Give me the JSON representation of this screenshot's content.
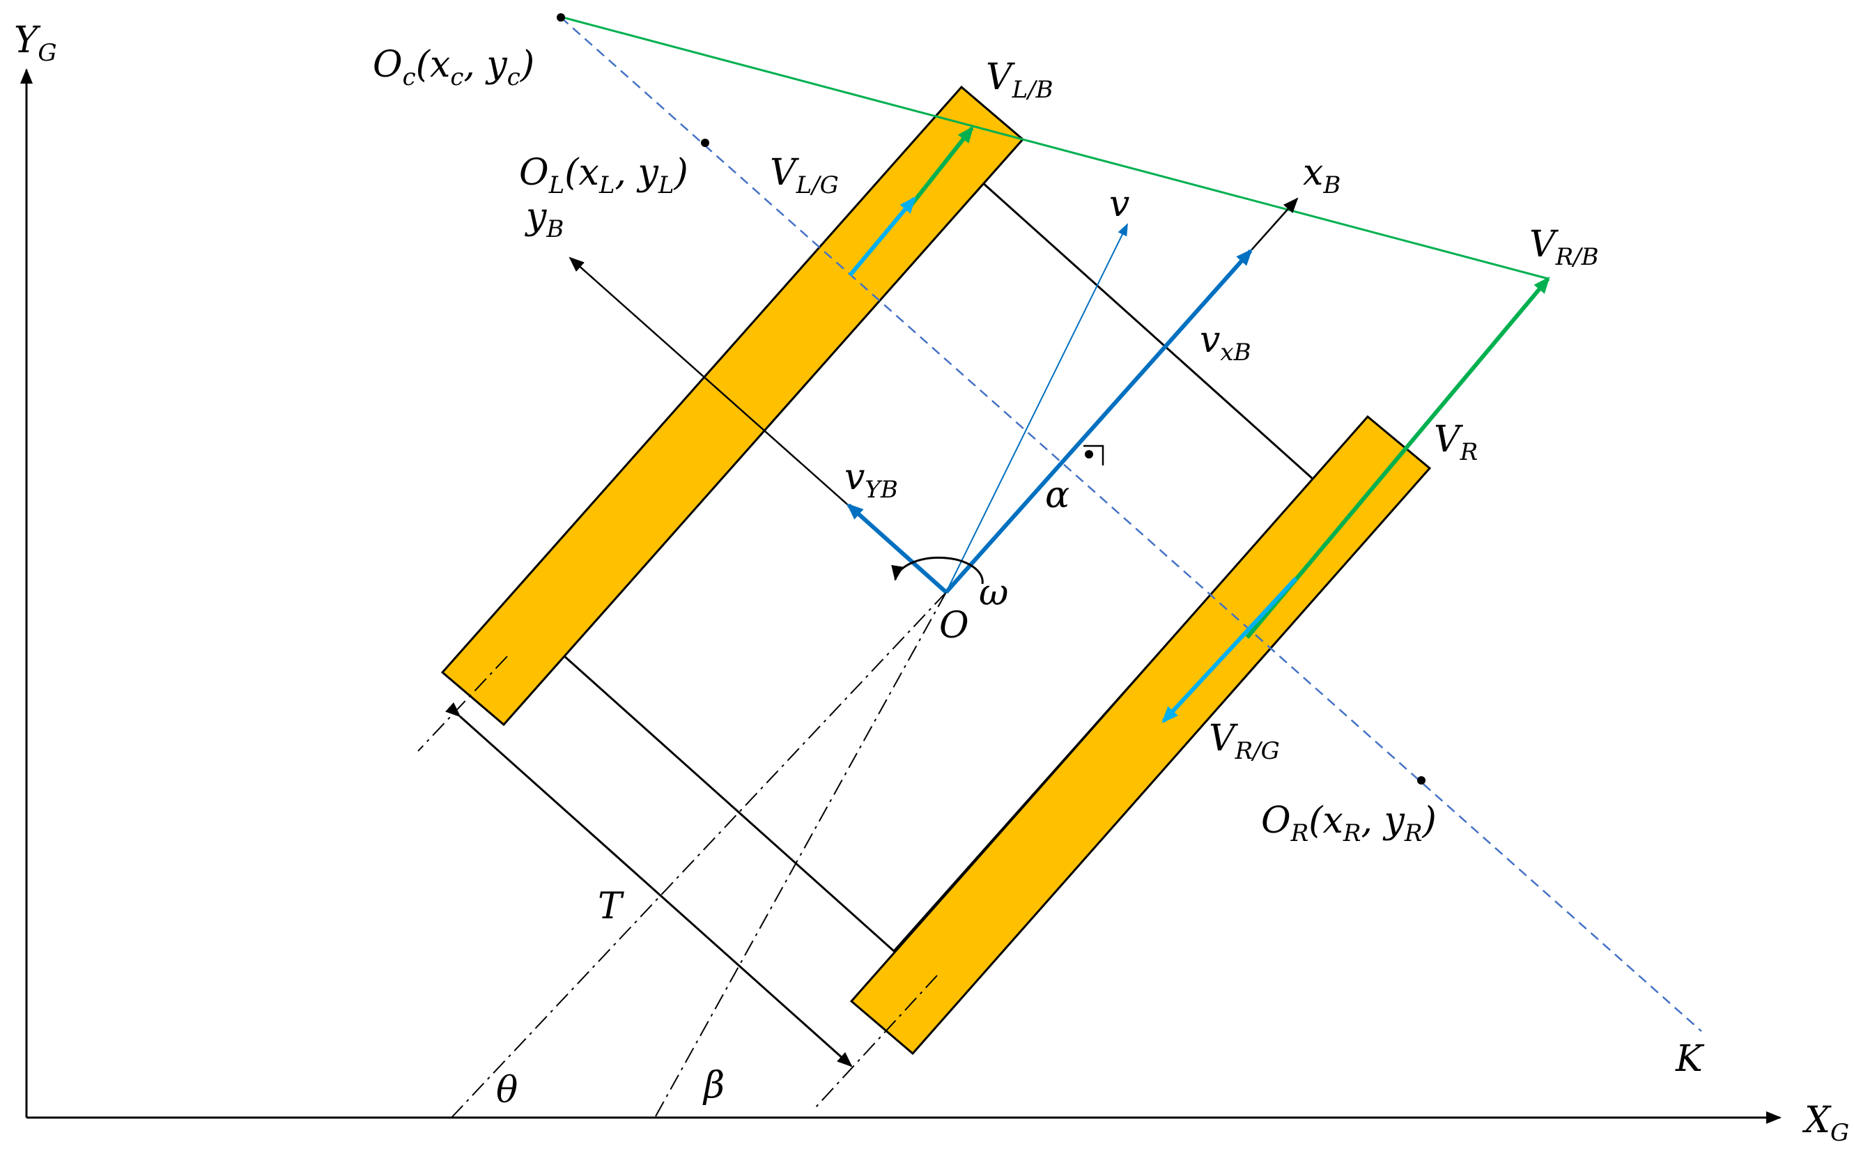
{
  "axes": {
    "x_label": "X",
    "x_sub": "G",
    "y_label": "Y",
    "y_sub": "G"
  },
  "points": {
    "oc": {
      "main": "O",
      "sub": "c",
      "rest": "(x",
      "rest_sub": "c",
      "rest2": ", y",
      "rest2_sub": "c",
      "close": ")"
    },
    "ol": {
      "main": "O",
      "sub": "L",
      "rest": "(x",
      "rest_sub": "L",
      "rest2": ", y",
      "rest2_sub": "L",
      "close": ")"
    },
    "or": {
      "main": "O",
      "sub": "R",
      "rest": "(x",
      "rest_sub": "R",
      "rest2": ", y",
      "rest2_sub": "R",
      "close": ")"
    },
    "o": "O",
    "k": "K"
  },
  "labels": {
    "vlb": {
      "main": "V",
      "sub": "L/B"
    },
    "vlg": {
      "main": "V",
      "sub": "L/G"
    },
    "vrb": {
      "main": "V",
      "sub": "R/B"
    },
    "vrg": {
      "main": "V",
      "sub": "R/G"
    },
    "vr": {
      "main": "V",
      "sub": "R"
    },
    "xb": {
      "main": "x",
      "sub": "B"
    },
    "yb": {
      "main": "y",
      "sub": "B"
    },
    "vxb": {
      "main": "v",
      "sub": "xB"
    },
    "vyb": {
      "main": "v",
      "sub": "YB"
    },
    "v": "v",
    "alpha": "α",
    "omega": "ω",
    "t": "T",
    "theta": "θ",
    "beta": "β"
  },
  "colors": {
    "wheel_fill": "#ffc000",
    "wheel_stroke": "#000000",
    "green": "#00b050",
    "blue": "#0070c0",
    "cyan": "#00b0f0",
    "dashed_blue": "#4472c4",
    "line": "#000000"
  }
}
